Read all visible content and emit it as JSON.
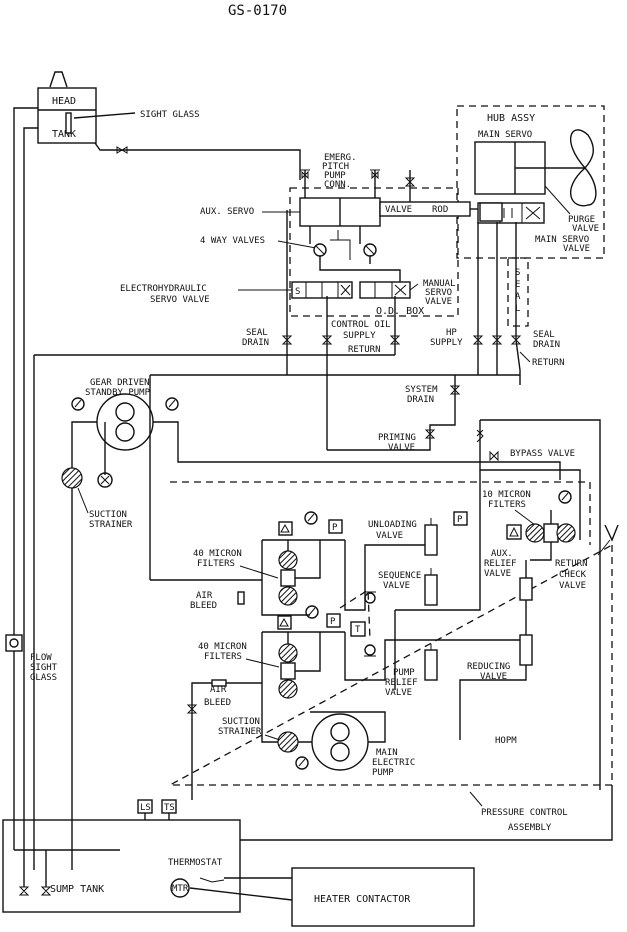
{
  "title": "GS-0170",
  "labels": {
    "head": "HEAD",
    "tank": "TANK",
    "sight_glass": "SIGHT GLASS",
    "hub_assy": "HUB ASSY",
    "main_servo": "MAIN SERVO",
    "emerg_1": "EMERG.",
    "emerg_2": "PITCH",
    "emerg_3": "PUMP",
    "emerg_4": "CONN.",
    "aux_servo": "AUX. SERVO",
    "valve": "VALVE",
    "rod": "ROD",
    "purge_1": "PURGE",
    "purge_2": "VALVE",
    "main_servo_valve_1": "MAIN SERVO",
    "main_servo_valve_2": "VALVE",
    "four_way": "4 WAY VALVES",
    "electro_1": "ELECTROHYDRAULIC",
    "electro_2": "SERVO VALVE",
    "manual_1": "MANUAL",
    "manual_2": "SERVO",
    "manual_3": "VALVE",
    "od_box": "O.D. BOX",
    "seal_1": "S",
    "seal_2": "E",
    "seal_3": "A",
    "seal_4": "L",
    "seal_drain_l1": "SEAL",
    "seal_drain_l2": "DRAIN",
    "control_oil_1": "CONTROL OIL",
    "control_oil_2": "SUPPLY",
    "control_oil_3": "RETURN",
    "hp_1": "HP",
    "hp_2": "SUPPLY",
    "seal_drain_r1": "SEAL",
    "seal_drain_r2": "DRAIN",
    "return": "RETURN",
    "gear_1": "GEAR DRIVEN",
    "gear_2": "STANDBY PUMP",
    "system_1": "SYSTEM",
    "system_2": "DRAIN",
    "priming_1": "PRIMING",
    "priming_2": "VALVE",
    "bypass": "BYPASS VALVE",
    "suction_1": "SUCTION",
    "suction_2": "STRAINER",
    "ten_micron_1": "10 MICRON",
    "ten_micron_2": "FILTERS",
    "unloading_1": "UNLOADING",
    "unloading_2": "VALVE",
    "forty_1a": "40 MICRON",
    "forty_1b": "FILTERS",
    "sequence_1": "SEQUENCE",
    "sequence_2": "VALVE",
    "aux_relief_1": "AUX.",
    "aux_relief_2": "RELIEF",
    "aux_relief_3": "VALVE",
    "return_check_1": "RETURN",
    "return_check_2": "CHECK",
    "return_check_3": "VALVE",
    "air_bleed_1a": "AIR",
    "air_bleed_1b": "BLEED",
    "forty_2a": "40 MICRON",
    "forty_2b": "FILTERS",
    "pump_relief_1": "PUMP",
    "pump_relief_2": "RELIEF",
    "pump_relief_3": "VALVE",
    "reducing": "REDUCING",
    "reducing_2": "VALVE",
    "air_bleed_2a": "AIR",
    "air_bleed_2b": "BLEED",
    "flow_1": "FLOW",
    "flow_2": "SIGHT",
    "flow_3": "GLASS",
    "suction_b1": "SUCTION",
    "suction_b2": "STRAINER",
    "main_elec_1": "MAIN",
    "main_elec_2": "ELECTRIC",
    "main_elec_3": "PUMP",
    "hopm": "HOPM",
    "pressure_1": "PRESSURE CONTROL",
    "pressure_2": "ASSEMBLY",
    "ls": "LS",
    "ts": "TS",
    "thermostat": "THERMOSTAT",
    "mtr": "MTR",
    "sump": "SUMP TANK",
    "heater": "HEATER CONTACTOR",
    "p": "P",
    "t": "T",
    "s": "S"
  }
}
